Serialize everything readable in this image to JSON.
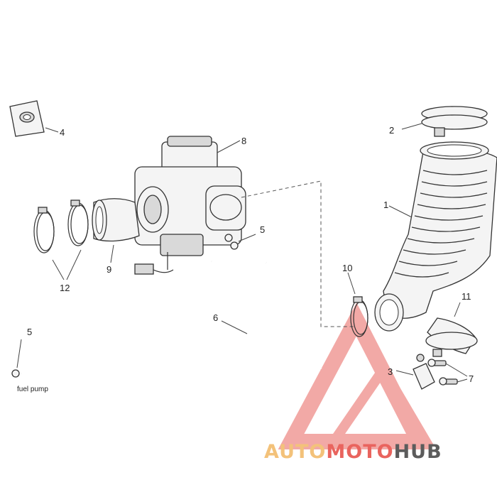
{
  "callouts": {
    "c1": "1",
    "c2": "2",
    "c3": "3",
    "c4": "4",
    "c5a": "5",
    "c5b": "5",
    "c6": "6",
    "c7": "7",
    "c8": "8",
    "c9": "9",
    "c10": "10",
    "c11": "11",
    "c12": "12"
  },
  "fuel_pump_label": "fuel pump",
  "watermark": {
    "part1": "AUTO",
    "part2": "MOTO",
    "part3": "HUB",
    "color_light": "#f3c27a",
    "color_red": "#e9645e",
    "color_dark": "#5c5c5c"
  }
}
